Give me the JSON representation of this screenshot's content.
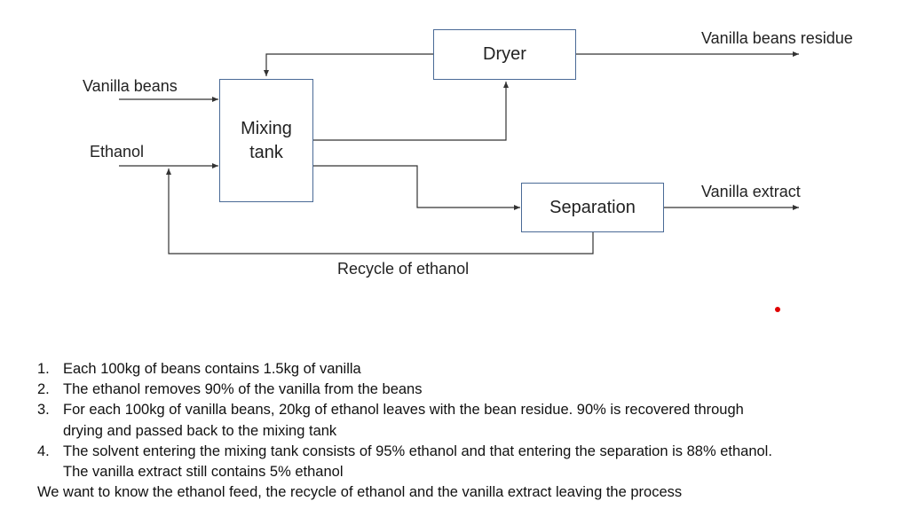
{
  "diagram": {
    "boxes": {
      "mixing_tank": "Mixing\ntank",
      "dryer": "Dryer",
      "separation": "Separation"
    },
    "labels": {
      "vanilla_beans": "Vanilla beans",
      "ethanol": "Ethanol",
      "residue": "Vanilla beans residue",
      "extract": "Vanilla extract",
      "recycle": "Recycle of ethanol"
    },
    "colors": {
      "box_border": "#4a6a96",
      "line": "#333333",
      "marker_dot": "#e00000"
    }
  },
  "notes": {
    "items": [
      {
        "num": "1.",
        "text": "Each 100kg of beans contains 1.5kg of vanilla"
      },
      {
        "num": "2.",
        "text": "The ethanol removes 90% of the vanilla from the beans"
      },
      {
        "num": "3.",
        "text": "For each 100kg of vanilla beans, 20kg of ethanol leaves with the bean residue. 90% is recovered through drying and passed back to the mixing tank"
      },
      {
        "num": "4.",
        "text": "The solvent entering the mixing tank consists of 95% ethanol and that entering the separation is 88% ethanol. The vanilla extract still contains 5% ethanol"
      }
    ],
    "conclusion": "We want to know the ethanol feed, the recycle of ethanol and the vanilla extract leaving the process"
  }
}
